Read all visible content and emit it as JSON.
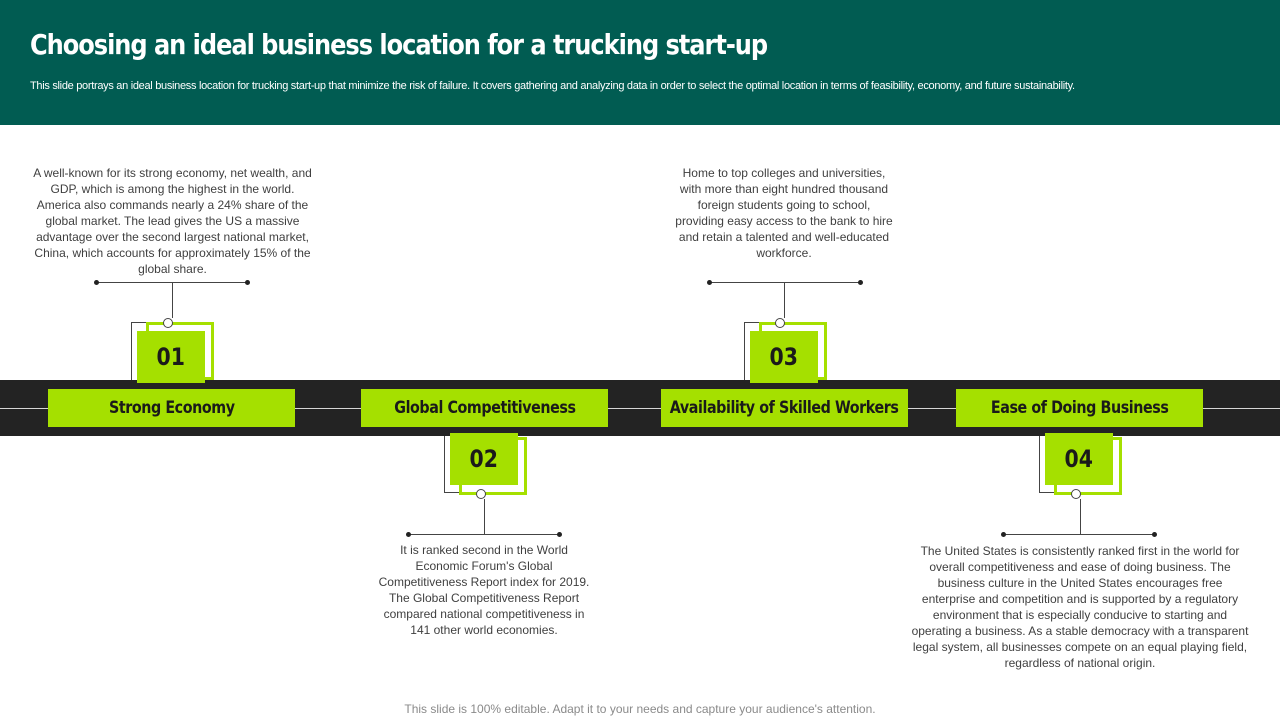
{
  "header": {
    "title": "Choosing an ideal business location for a trucking start-up",
    "subtitle": "This slide portrays an ideal business location for trucking start-up that minimize the risk of failure. It covers gathering and analyzing data in order to select the optimal location in terms of feasibility, economy, and future sustainability."
  },
  "steps": [
    {
      "number": "01",
      "label": "Strong Economy",
      "description": "A well-known for its strong economy, net wealth, and GDP, which is among the highest in the world. America also commands nearly a 24% share of the global market. The lead gives the US a massive advantage over the second largest national market, China, which accounts for approximately 15% of the global share."
    },
    {
      "number": "02",
      "label": "Global Competitiveness",
      "description": "It is ranked second in the World Economic Forum's Global Competitiveness Report index for 2019. The Global Competitiveness Report compared national competitiveness in 141 other world economies."
    },
    {
      "number": "03",
      "label": "Availability of Skilled Workers",
      "description": "Home to top colleges and universities, with more than eight hundred thousand foreign students going to school, providing easy access to the bank to hire and retain a talented and well-educated workforce."
    },
    {
      "number": "04",
      "label": "Ease of Doing Business",
      "description": "The United States is consistently ranked first in the world for overall competitiveness and ease of doing business. The business culture in the United States encourages free enterprise and competition and is supported by a regulatory environment that is especially conducive to starting and operating a business. As a stable democracy with a transparent legal system, all businesses compete on an equal playing field, regardless of national origin."
    }
  ],
  "footer": {
    "text": "This slide is 100% editable. Adapt it to your needs and capture your audience's attention."
  },
  "colors": {
    "header_bg": "#015c52",
    "accent": "#a5e000",
    "road": "#232323"
  }
}
